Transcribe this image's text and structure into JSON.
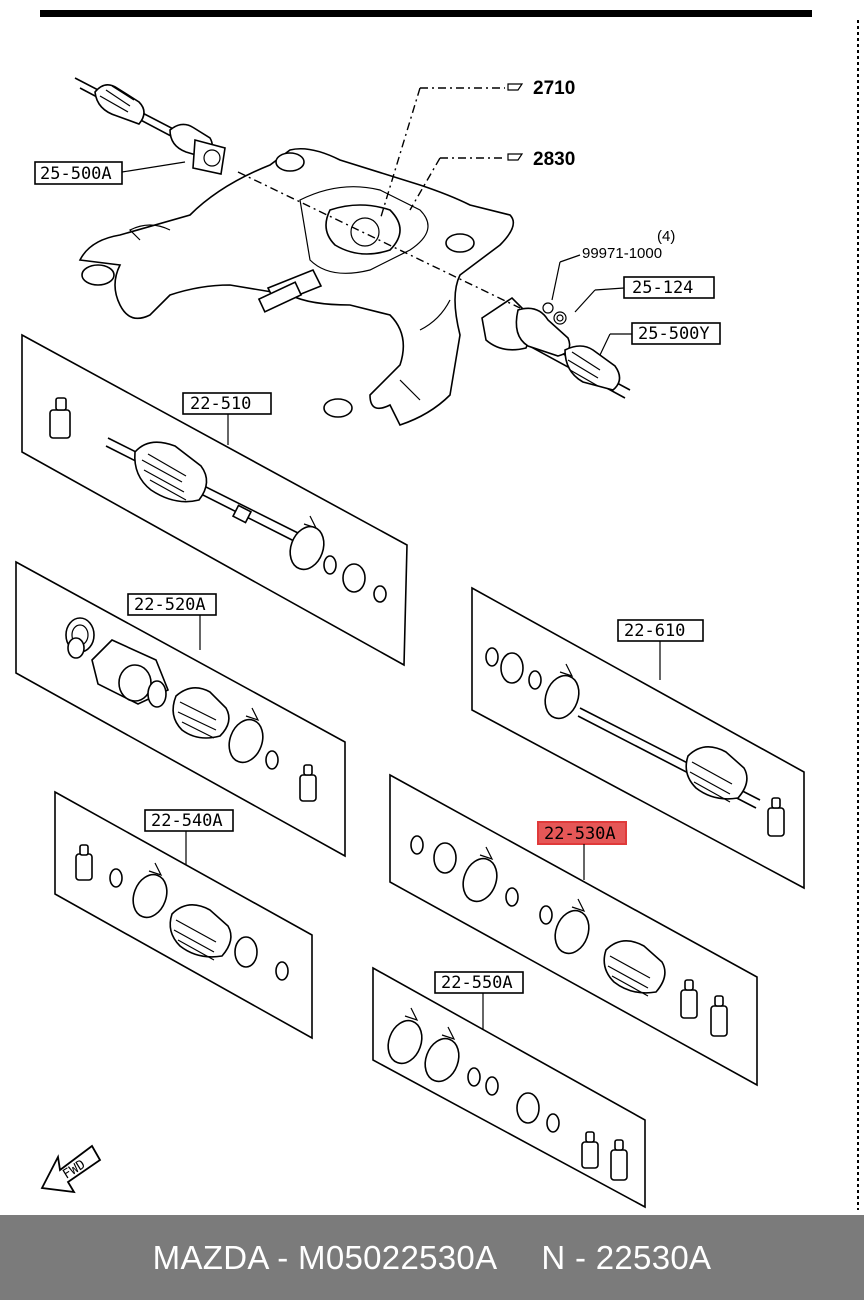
{
  "diagram": {
    "top_ref_1": "2710",
    "top_ref_2": "2830",
    "qty": "(4)",
    "bolt_part": "99971-1000",
    "labels": {
      "l_25_500A": "25-500A",
      "l_25_124": "25-124",
      "l_25_500Y": "25-500Y",
      "l_22_510": "22-510",
      "l_22_520A": "22-520A",
      "l_22_610": "22-610",
      "l_22_540A": "22-540A",
      "l_22_530A": "22-530A",
      "l_22_550A": "22-550A"
    },
    "highlight_color": "#e03a3a",
    "fwd": "FWD"
  },
  "footer": {
    "left": "MAZDA - M05022530A",
    "right": "N - 22530A"
  }
}
